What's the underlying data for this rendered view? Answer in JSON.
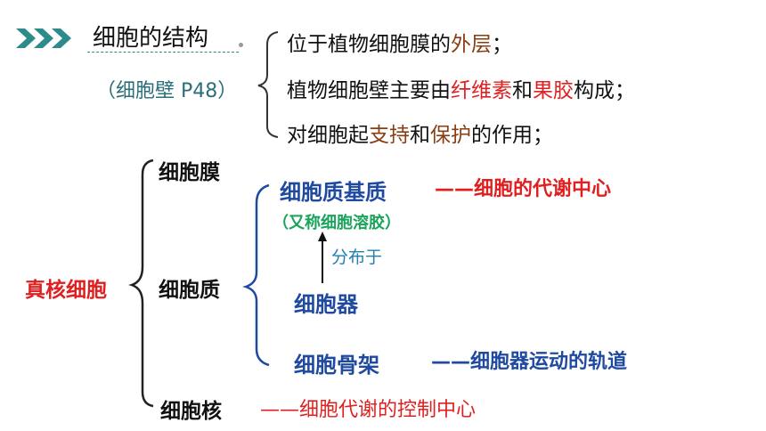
{
  "header": {
    "title": "细胞的结构",
    "subtitle": "（细胞壁  P48）"
  },
  "cell_wall": {
    "line1": {
      "a": "位于植物细胞膜的",
      "b": "外层",
      "c": "；"
    },
    "line2": {
      "a": "植物细胞壁主要由",
      "b": "纤维素",
      "c": "和",
      "d": "果胶",
      "e": "构成；"
    },
    "line3": {
      "a": "对细胞起",
      "b": "支持",
      "c": "和",
      "d": "保护",
      "e": "的作用；"
    }
  },
  "tree": {
    "root": "真核细胞",
    "membrane": "细胞膜",
    "cytoplasm": "细胞质",
    "nucleus": "细胞核",
    "nucleus_note": "——细胞代谢的控制中心",
    "matrix": "细胞质基质",
    "matrix_note": "——细胞的代谢中心",
    "matrix_alt": "（又称细胞溶胶）",
    "distributed": "分布于",
    "organelles": "细胞器",
    "cytoskeleton": "细胞骨架",
    "cytoskeleton_note": "——细胞器运动的轨道"
  },
  "colors": {
    "brown": "#8b3d12",
    "red": "#e02020",
    "blue": "#1f4aa0",
    "green": "#1aa35a",
    "teal": "#2a6f7a"
  },
  "icons": [
    "triple-chevron-icon"
  ]
}
